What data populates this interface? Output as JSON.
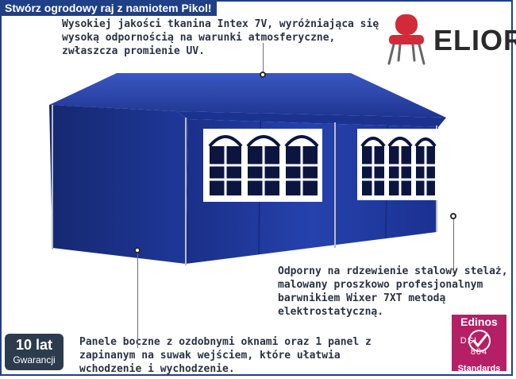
{
  "header": {
    "title": "Stwórz ogrodowy raj z namiotem Pikol!"
  },
  "callouts": {
    "fabric": "Wysokiej jakości tkanina Intex 7V, wyróżniająca się wysoką odpornością na warunki atmosferyczne, zwłaszcza promienie UV.",
    "frame": "Odporny na rdzewienie stalowy stelaż, malowany proszkowo profesjonalnym barwnikiem Wixer 7XT metodą elektrostatyczną.",
    "panels": "Panele boczne z ozdobnymi oknami oraz 1 panel z zapinanym na suwak wejściem, które ułatwia wchodzenie i wychodzenie."
  },
  "brand": {
    "name": "ELIOR",
    "icon": "red-chair-icon"
  },
  "warranty": {
    "years": "10 lat",
    "label": "Gwarancji"
  },
  "certificate": {
    "brand": "Edinos",
    "seal_left": "DSI",
    "seal_right": "804",
    "standards": "Standards"
  },
  "colors": {
    "tent_blue": "#233fa3",
    "header_blue": "#1f3f86",
    "badge_dark": "#2c3c4e",
    "cert_magenta": "#b51f66",
    "chair_red": "#d32a3a"
  }
}
